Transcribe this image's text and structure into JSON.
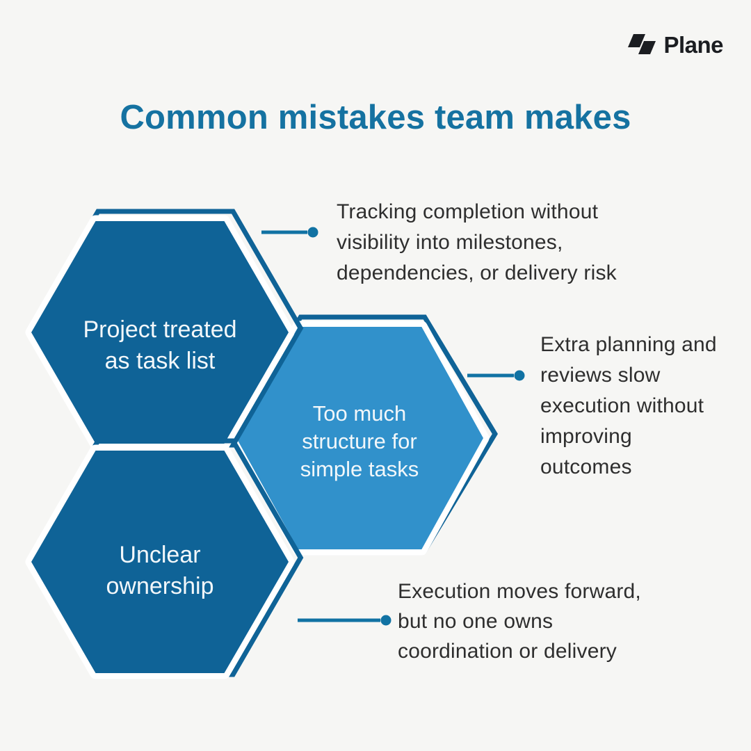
{
  "brand": {
    "name": "Plane"
  },
  "title": "Common mistakes team makes",
  "hexagons": [
    {
      "id": "project-treated-as-task-list",
      "variant": "dark",
      "label_lines": [
        "Project treated",
        "as task list"
      ]
    },
    {
      "id": "too-much-structure",
      "variant": "light",
      "label_lines": [
        "Too much",
        "structure for",
        "simple tasks"
      ]
    },
    {
      "id": "unclear-ownership",
      "variant": "dark",
      "label_lines": [
        "Unclear",
        "ownership"
      ]
    }
  ],
  "annotations": [
    {
      "id": "tracking-completion",
      "lines": [
        "Tracking completion without",
        "visibility into milestones,",
        "dependencies, or delivery risk"
      ]
    },
    {
      "id": "extra-planning",
      "lines": [
        "Extra planning and",
        "reviews slow",
        "execution without",
        "improving",
        "outcomes"
      ]
    },
    {
      "id": "execution-ownership",
      "lines": [
        "Execution moves forward,",
        "but no one owns",
        "coordination or delivery"
      ]
    }
  ],
  "colors": {
    "bg": "#f6f6f4",
    "dark": "#0f6397",
    "light": "#3191cb",
    "accent": "#1172a3",
    "title": "#1572a1",
    "text": "#2e2e2e",
    "ink": "#1b1d21",
    "label": "#f2f7fa"
  }
}
